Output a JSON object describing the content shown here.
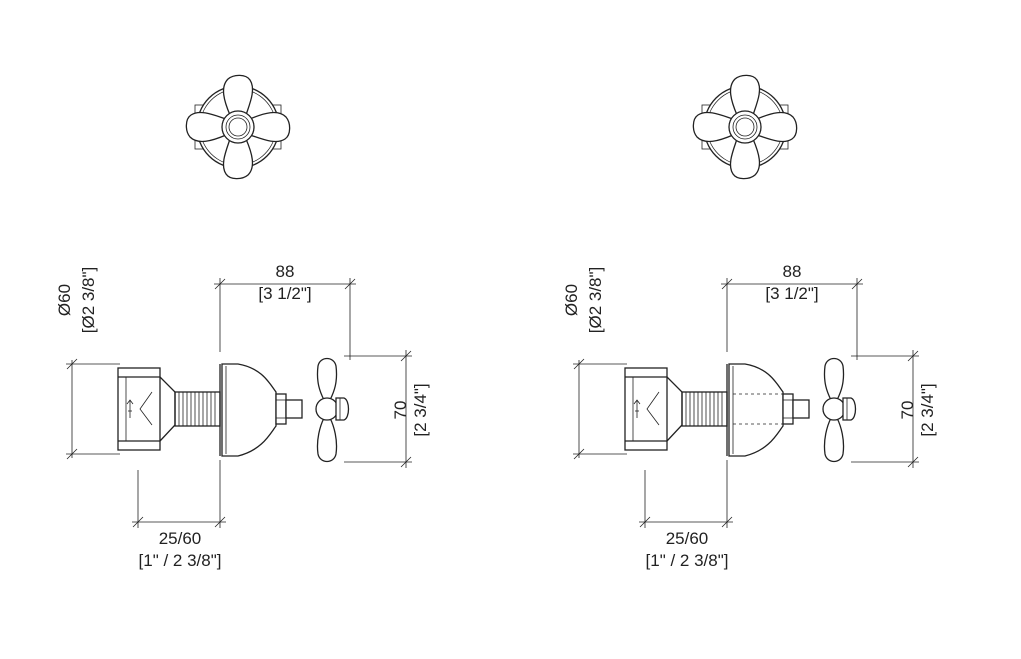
{
  "drawings": [
    {
      "id": "left",
      "dims": {
        "dia_mm": "Ø60",
        "dia_in": "[Ø2 3/8\"]",
        "len_mm": "88",
        "len_in": "[3 1/2\"]",
        "height_mm": "70",
        "height_in": "[2 3/4\"]",
        "thread_mm": "25/60",
        "thread_in": "[1\" / 2 3/8\"]"
      }
    },
    {
      "id": "right",
      "dims": {
        "dia_mm": "Ø60",
        "dia_in": "[Ø2 3/8\"]",
        "len_mm": "88",
        "len_in": "[3 1/2\"]",
        "height_mm": "70",
        "height_in": "[2 3/4\"]",
        "thread_mm": "25/60",
        "thread_in": "[1\" / 2 3/8\"]"
      }
    }
  ]
}
